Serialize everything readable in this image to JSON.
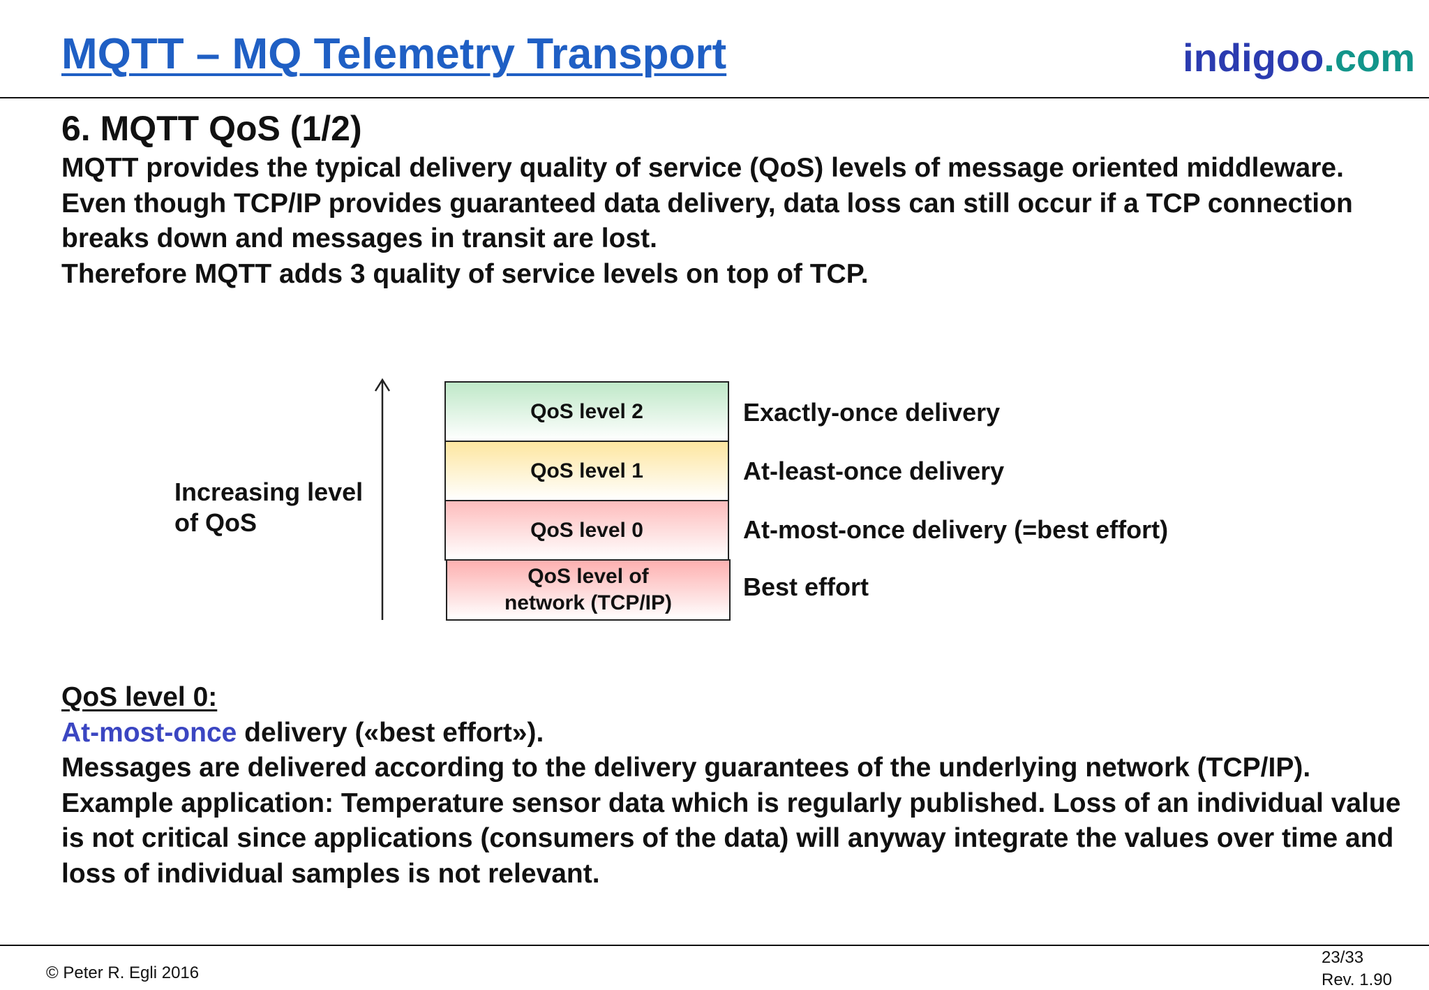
{
  "header": {
    "title": "MQTT – MQ Telemetry Transport",
    "brand_main": "indigoo",
    "brand_tld": ".com"
  },
  "section": {
    "heading": "6. MQTT QoS (1/2)",
    "paragraphs": [
      "MQTT provides the typical delivery quality of service (QoS) levels of message oriented middleware.",
      "Even though TCP/IP provides guaranteed data delivery, data loss can still occur if a TCP connection breaks down and messages in transit are lost.",
      "Therefore MQTT adds 3 quality of service levels on top of TCP."
    ]
  },
  "diagram": {
    "axis_label_line1": "Increasing level",
    "axis_label_line2": "of QoS",
    "levels": [
      {
        "label": "QoS level 2",
        "description": "Exactly-once delivery",
        "color": "#bfe8c8"
      },
      {
        "label": "QoS level 1",
        "description": "At-least-once delivery",
        "color": "#fde6a0"
      },
      {
        "label": "QoS level 0",
        "description": "At-most-once delivery (=best effort)",
        "color": "#fdbcbc"
      },
      {
        "label_line1": "QoS level of",
        "label_line2": "network (TCP/IP)",
        "description": "Best effort",
        "color": "#fdb0b0"
      }
    ]
  },
  "qos0": {
    "heading": "QoS level 0:",
    "highlight": "At-most-once",
    "delivery_rest": " delivery («best effort»).",
    "para2": "Messages are delivered according to the delivery guarantees of the underlying network (TCP/IP).",
    "para3": "Example application: Temperature sensor data which is regularly published. Loss of an individual value is not critical since applications (consumers of the data) will anyway integrate the values over time and loss of individual samples is not relevant."
  },
  "footer": {
    "copyright": "© Peter R. Egli 2016",
    "page": "23/33",
    "revision": "Rev. 1.90"
  },
  "colors": {
    "title": "#1f5fc4",
    "brand_main": "#2b3bb0",
    "brand_tld": "#12958a",
    "accent": "#3b46c2"
  }
}
